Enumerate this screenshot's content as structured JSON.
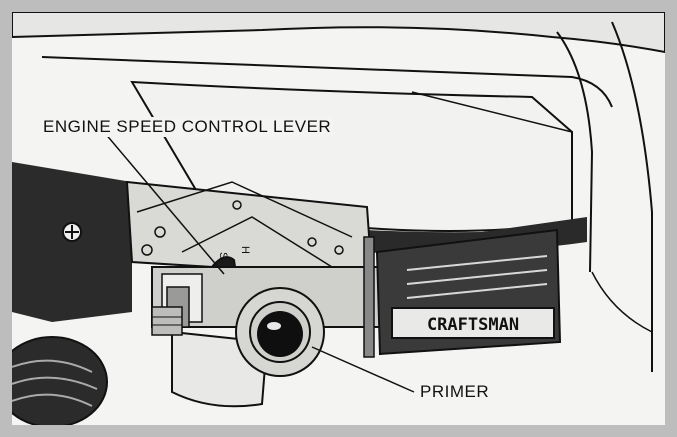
{
  "labels": {
    "speed_lever": "ENGINE SPEED CONTROL LEVER",
    "primer": "PRIMER"
  },
  "markings": {
    "brand": "CRAFTSMAN",
    "lever_positions": [
      "SLOW",
      "H"
    ]
  },
  "colors": {
    "frame": "#bdbdbd",
    "paper": "#f4f4f2",
    "ink": "#111111"
  }
}
